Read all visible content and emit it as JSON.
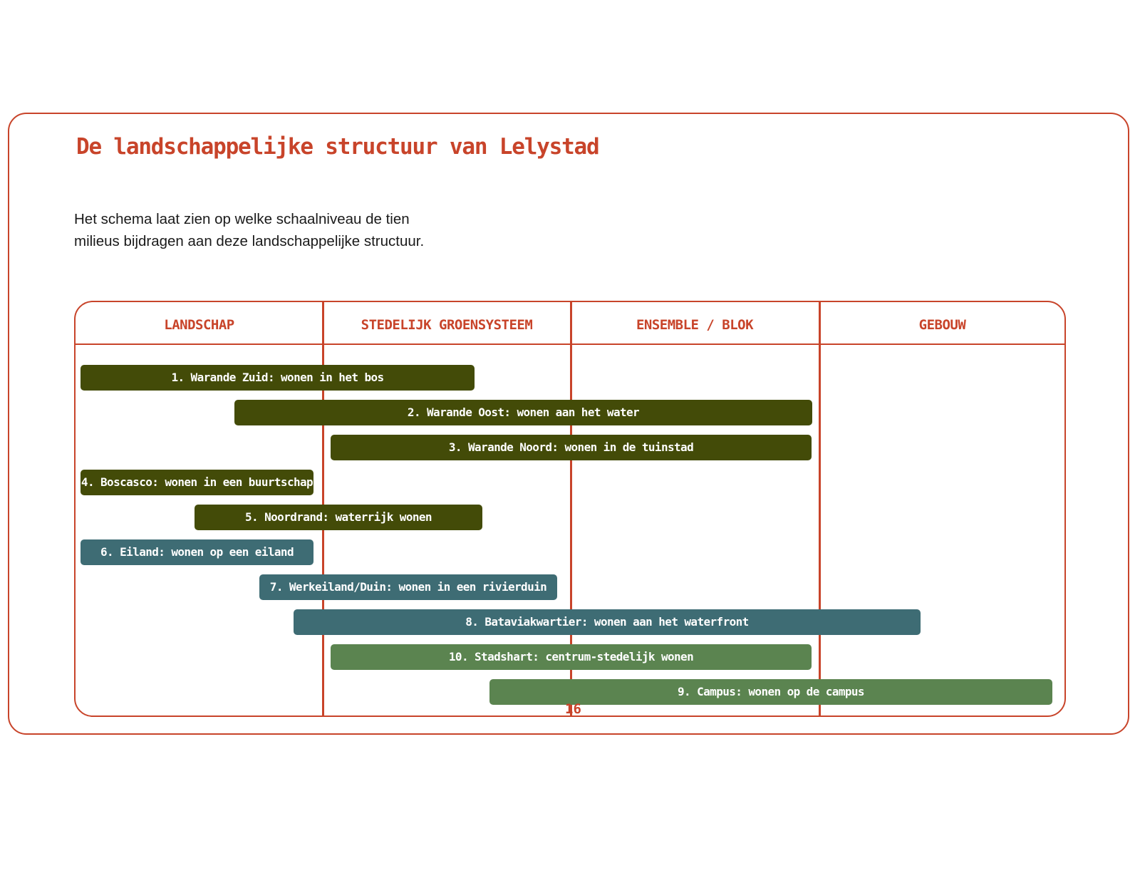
{
  "title": "De landschappelijke structuur van Lelystad",
  "intro": {
    "line1": "Het schema laat zien op welke schaalniveau  de tien",
    "line2": "milieus bijdragen aan deze landschappelijke structuur."
  },
  "columns": [
    "LANDSCHAP",
    "STEDELIJK GROENSYSTEEM",
    "ENSEMBLE / BLOK",
    "GEBOUW"
  ],
  "colors": {
    "accent": "#c8442a",
    "dark_green": "#434b08",
    "teal": "#3e6c74",
    "light_green": "#5b8450"
  },
  "bars": [
    {
      "label": "1. Warande Zuid: wonen in het bos",
      "start": 0.02,
      "end": 1.61,
      "color": "dark_green"
    },
    {
      "label": "2. Warande Oost: wonen aan het water",
      "start": 0.64,
      "end": 2.97,
      "color": "dark_green"
    },
    {
      "label": "3. Warande Noord: wonen in de tuinstad",
      "start": 1.03,
      "end": 2.97,
      "color": "dark_green"
    },
    {
      "label": "4. Boscasco: wonen in een buurtschap",
      "start": 0.02,
      "end": 0.96,
      "color": "dark_green"
    },
    {
      "label": "5. Noordrand: waterrijk wonen",
      "start": 0.48,
      "end": 1.64,
      "color": "dark_green"
    },
    {
      "label": "6. Eiland: wonen op een eiland",
      "start": 0.02,
      "end": 0.96,
      "color": "teal"
    },
    {
      "label": "7. Werkeiland/Duin: wonen in een rivierduin",
      "start": 0.74,
      "end": 1.94,
      "color": "teal"
    },
    {
      "label": "8. Bataviakwartier: wonen aan het waterfront",
      "start": 0.88,
      "end": 3.41,
      "color": "teal"
    },
    {
      "label": "10. Stadshart: centrum-stedelijk wonen",
      "start": 1.03,
      "end": 2.97,
      "color": "light_green"
    },
    {
      "label": "9. Campus: wonen op de campus",
      "start": 1.67,
      "end": 3.94,
      "color": "light_green"
    }
  ],
  "page_number": "16"
}
